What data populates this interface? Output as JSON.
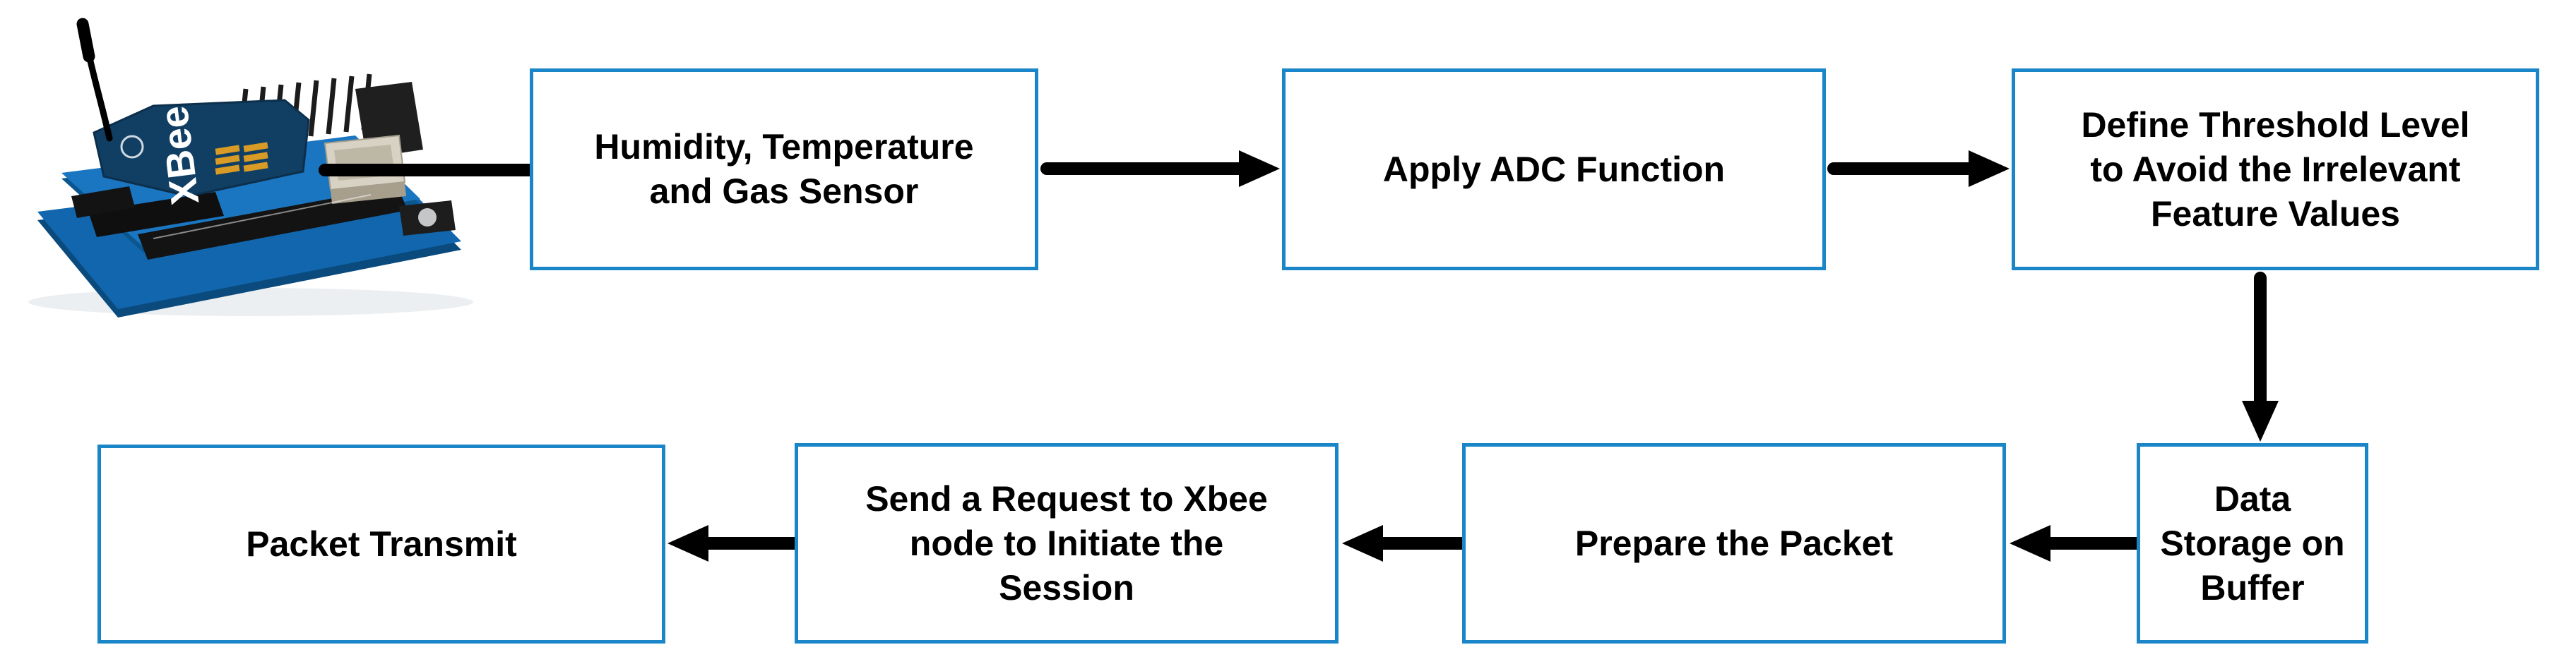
{
  "figure": {
    "type": "flow-diagram",
    "background": "#ffffff"
  },
  "colors": {
    "box_border": "#1a86c8",
    "box_fill": "#ffffff",
    "text": "#000000",
    "arrow": "#000000",
    "board_blue": "#1166ad",
    "shield_blue": "#1a76c0",
    "xbee_navy": "#113f63",
    "usb_silver": "#d7d2c4"
  },
  "photo": {
    "name": "arduino-uno-with-xbee-shield",
    "description": "Photo of an Arduino board with XBee radio shield and whip antenna",
    "xbee_label": "XBee"
  },
  "nodes": {
    "sensor": {
      "label": "Humidity, Temperature and Gas Sensor",
      "lines": [
        "Humidity, Temperature",
        "and Gas Sensor"
      ]
    },
    "adc": {
      "label": "Apply ADC Function",
      "lines": [
        "Apply ADC Function"
      ]
    },
    "threshold": {
      "label": "Define Threshold Level to Avoid the Irrelevant Feature Values",
      "lines": [
        "Define Threshold Level",
        "to Avoid the Irrelevant",
        "Feature Values"
      ]
    },
    "buffer": {
      "label": "Data Storage on Buffer",
      "lines": [
        "Data",
        "Storage on",
        "Buffer"
      ]
    },
    "prepare": {
      "label": "Prepare the Packet",
      "lines": [
        "Prepare the Packet"
      ]
    },
    "request": {
      "label": "Send a Request to Xbee node to Initiate the Session",
      "lines": [
        "Send a Request to Xbee",
        "node to Initiate the",
        "Session"
      ]
    },
    "transmit": {
      "label": "Packet Transmit",
      "lines": [
        "Packet Transmit"
      ]
    }
  },
  "edges": [
    {
      "from": "xbee-photo",
      "to": "sensor",
      "style": "plain-line"
    },
    {
      "from": "sensor",
      "to": "adc",
      "style": "arrow-right"
    },
    {
      "from": "adc",
      "to": "threshold",
      "style": "arrow-right"
    },
    {
      "from": "threshold",
      "to": "buffer",
      "style": "arrow-down"
    },
    {
      "from": "buffer",
      "to": "prepare",
      "style": "arrow-left"
    },
    {
      "from": "prepare",
      "to": "request",
      "style": "arrow-left"
    },
    {
      "from": "request",
      "to": "transmit",
      "style": "arrow-left"
    }
  ]
}
